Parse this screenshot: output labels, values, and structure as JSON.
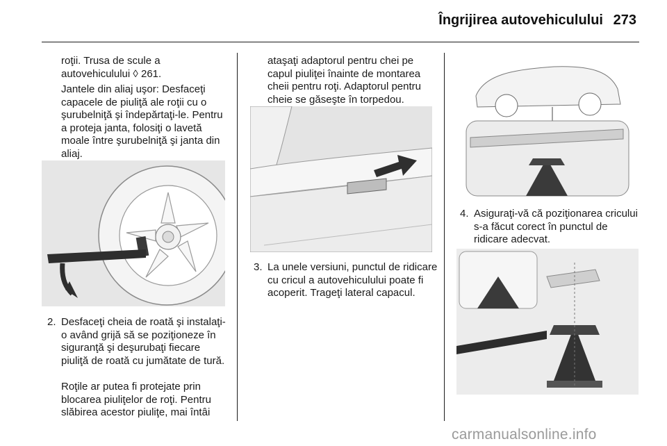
{
  "header": {
    "title": "Îngrijirea autovehiculului",
    "page_number": "273"
  },
  "col1": {
    "p1": "roţii. Trusa de scule a autovehiculului ◊ 261.",
    "p2": "Jantele din aliaj uşor: Desfaceţi capacele de piuliţă ale roţii cu o şurubelniţă şi îndepărtaţi-le. Pentru a proteja janta, folosiţi o lavetă moale între şurubelniţă şi janta din aliaj.",
    "step2_num": "2.",
    "step2_text": "Desfaceţi cheia de roată şi instalaţi-o având grijă să se poziţioneze în siguranţă şi deşurubaţi fiecare piuliţă de roată cu jumătate de tură.",
    "p3": "Roţile ar putea fi protejate prin blocarea piuliţelor de roţi. Pentru slăbirea acestor piuliţe, mai întâi"
  },
  "col2": {
    "p1": "ataşaţi adaptorul pentru chei pe capul piuliţei înainte de montarea cheii pentru roţi. Adaptorul pentru cheie se găseşte în torpedou.",
    "step3_num": "3.",
    "step3_text": "La unele versiuni, punctul de ridicare cu cricul a autovehiculului poate fi acoperit. Trageţi lateral capacul."
  },
  "col3": {
    "step4_num": "4.",
    "step4_text": "Asiguraţi-vă că poziţionarea cricului s-a făcut corect în punctul de ridicare adecvat."
  },
  "watermark": "carmanualsonline.info"
}
